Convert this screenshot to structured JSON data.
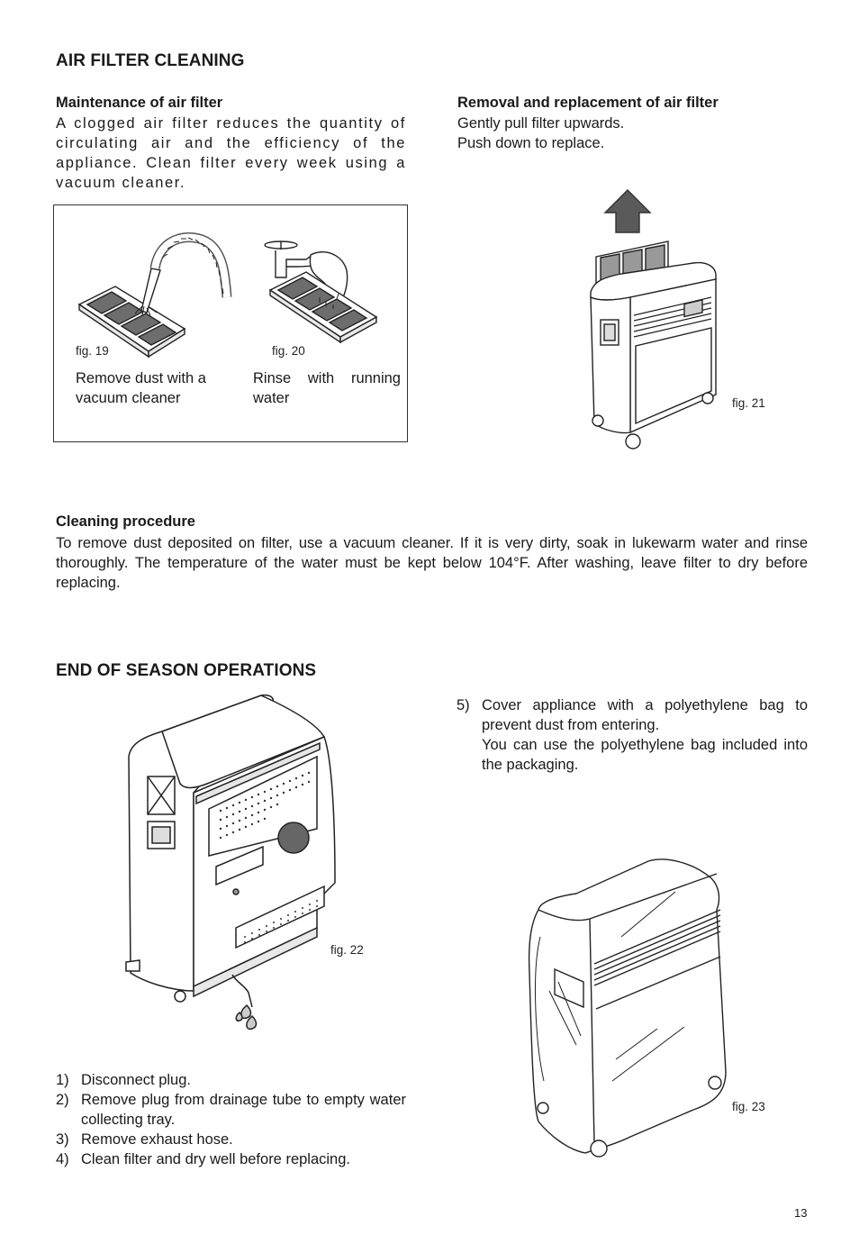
{
  "air_filter": {
    "title": "AIR FILTER CLEANING",
    "maintenance": {
      "heading": "Maintenance of air filter",
      "text": "A clogged air filter reduces the quantity of circulating air and the efficiency of the appliance. Clean filter every week using a vacuum cleaner."
    },
    "removal": {
      "heading": "Removal and replacement of air filter",
      "line1": "Gently pull filter upwards.",
      "line2": "Push down to replace."
    },
    "figures": {
      "fig19": {
        "label": "fig. 19",
        "caption": "Remove dust with a vacuum cleaner"
      },
      "fig20": {
        "label": "fig. 20",
        "caption": "Rinse with running water"
      },
      "fig21": {
        "label": "fig. 21"
      }
    },
    "cleaning": {
      "heading": "Cleaning procedure",
      "text": "To remove dust deposited on filter, use a vacuum cleaner. If it is very dirty, soak in lukewarm water and rinse thoroughly. The temperature of the water must be kept below 104°F. After washing, leave filter to dry before replacing."
    }
  },
  "end_of_season": {
    "title": "END OF SEASON OPERATIONS",
    "fig22": {
      "label": "fig. 22"
    },
    "fig23": {
      "label": "fig. 23"
    },
    "steps": [
      {
        "num": "1)",
        "text": "Disconnect plug."
      },
      {
        "num": "2)",
        "text": "Remove plug from drainage tube to empty water collecting tray."
      },
      {
        "num": "3)",
        "text": "Remove exhaust hose."
      },
      {
        "num": "4)",
        "text": "Clean filter and dry well before replacing."
      }
    ],
    "step5": {
      "num": "5)",
      "text": "Cover appliance with a polyethylene bag to prevent dust from entering.",
      "note": "You can use the polyethylene bag included into the packaging."
    }
  },
  "page_number": "13"
}
